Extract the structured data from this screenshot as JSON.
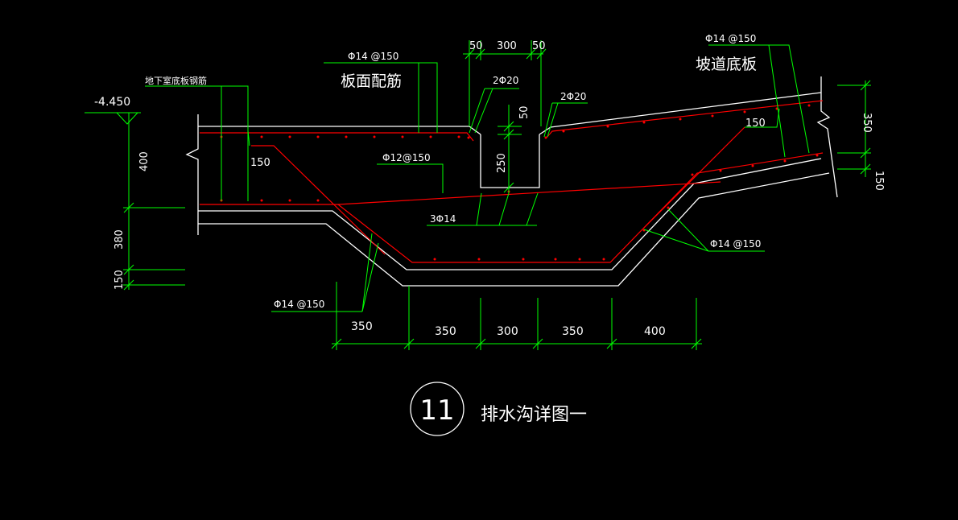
{
  "colors": {
    "background": "#000000",
    "outline": "#ffffff",
    "dimension": "#00ff00",
    "rebar": "#ff0000",
    "text": "#ffffff"
  },
  "drawing": {
    "elevation": "-4.450",
    "labels": {
      "basement_slab_rebar": "地下室底板钢筋",
      "slab_top_rebar_spec": "Φ14 @150",
      "slab_top_rebar": "板面配筋",
      "ramp_spec": "Φ14 @150",
      "ramp_slab": "坡道底板",
      "bar_2phi20_left": "2Φ20",
      "bar_2phi20_right": "2Φ20",
      "phi12": "Φ12@150",
      "three_phi14": "3Φ14",
      "phi14_right": "Φ14 @150",
      "phi14_left": "Φ14 @150",
      "dim_150_left": "150",
      "dim_150_right": "150"
    },
    "top_dims": [
      "50",
      "300",
      "50"
    ],
    "vertical_dims": {
      "left": [
        "400",
        "380",
        "150"
      ],
      "mid": [
        "50",
        "250"
      ],
      "right": [
        "350",
        "150"
      ]
    },
    "bottom_dims": [
      "350",
      "350",
      "300",
      "350",
      "400"
    ],
    "title": {
      "number": "11",
      "text": "排水沟详图一"
    }
  }
}
